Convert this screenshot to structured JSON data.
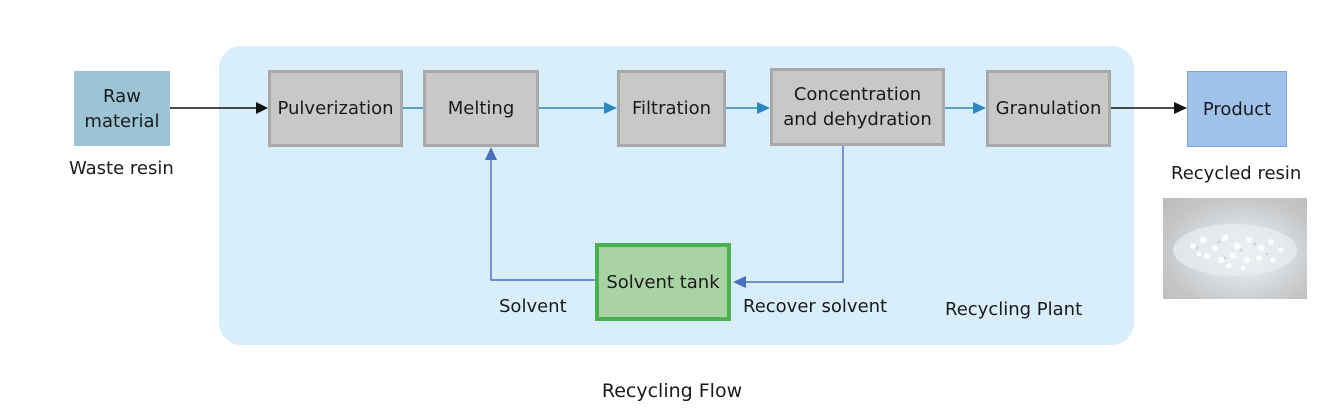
{
  "raw_material": {
    "label_line1": "Raw",
    "label_line2": "material",
    "caption": "Waste resin"
  },
  "steps": {
    "pulverization": "Pulverization",
    "melting": "Melting",
    "filtration": "Filtration",
    "concentration_line1": "Concentration",
    "concentration_line2": "and dehydration",
    "granulation": "Granulation"
  },
  "solvent_tank": "Solvent tank",
  "solvent_label": "Solvent",
  "recover_label": "Recover solvent",
  "plant_label": "Recycling Plant",
  "product": {
    "label": "Product",
    "caption": "Recycled resin"
  },
  "figure_caption": "Recycling Flow",
  "colors": {
    "plant_bg": "#d9eefb",
    "flow_line": "#2e86c1",
    "return_line": "#4a6fbf",
    "tank_border": "#4caf50"
  }
}
